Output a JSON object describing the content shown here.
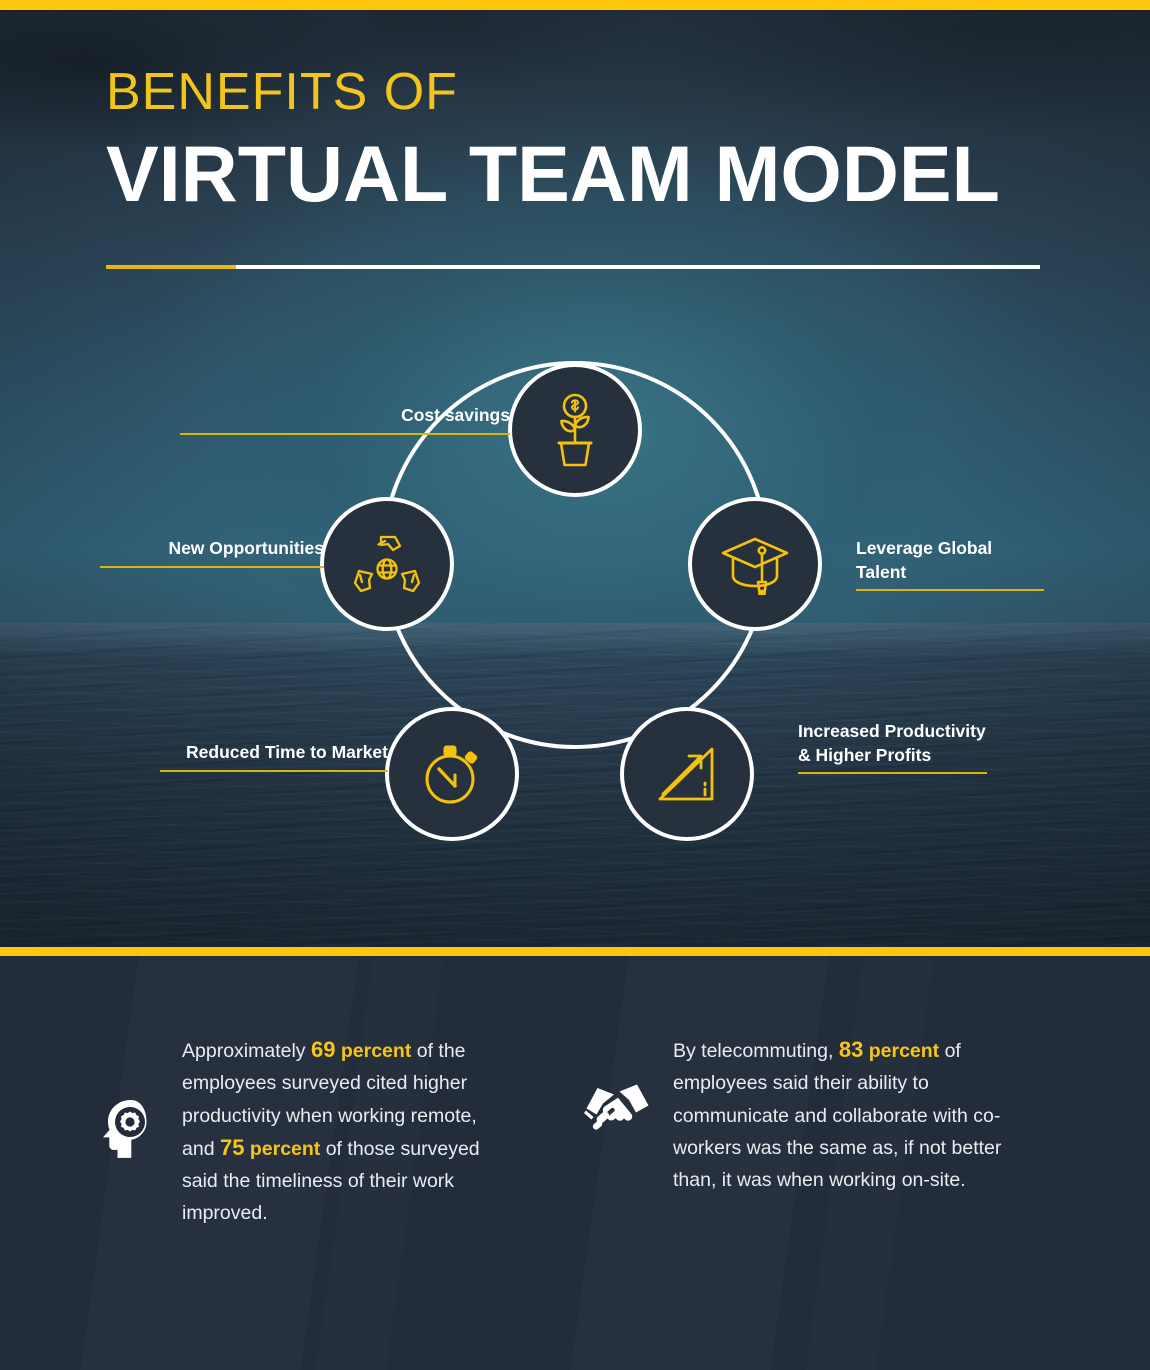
{
  "theme": {
    "accent_yellow": "#fdc70c",
    "title_yellow": "#f2c51c",
    "icon_yellow": "#f2c20c",
    "node_fill": "#27313e",
    "panel_bg": "#222c3a",
    "text_white": "#ffffff"
  },
  "header": {
    "eyebrow": "BENEFITS OF",
    "title": "VIRTUAL TEAM MODEL"
  },
  "diagram": {
    "nodes": [
      {
        "id": "cost-savings",
        "label": "Cost savings",
        "icon": "money-plant-icon",
        "side": "left"
      },
      {
        "id": "leverage-global-talent",
        "label": "Leverage Global Talent",
        "icon": "graduation-cap-icon",
        "side": "right"
      },
      {
        "id": "increased-productivity",
        "label": "Increased Productivity\n& Higher Profits",
        "icon": "growth-chart-icon",
        "side": "right"
      },
      {
        "id": "reduced-time-to-market",
        "label": "Reduced Time to Market",
        "icon": "stopwatch-icon",
        "side": "left"
      },
      {
        "id": "new-opportunities",
        "label": "New Opportunities",
        "icon": "global-network-icon",
        "side": "left"
      }
    ]
  },
  "stats": [
    {
      "id": "productivity-stat",
      "icon": "head-gear-icon",
      "p1": "Approximately ",
      "num1": "69",
      "bold1": " percent",
      "p2": " of the employees surveyed cited higher productivity when working remote, and ",
      "num2": "75",
      "bold2": " percent",
      "p3": " of those surveyed said the timeliness of their work improved."
    },
    {
      "id": "communication-stat",
      "icon": "handshake-icon",
      "p1": "By telecommuting, ",
      "num1": "83",
      "bold1": " percent",
      "p2": " of employees said their ability to communicate and collaborate with co-workers was the same as, if not better than, it was when working on-site.",
      "num2": "",
      "bold2": "",
      "p3": ""
    }
  ]
}
